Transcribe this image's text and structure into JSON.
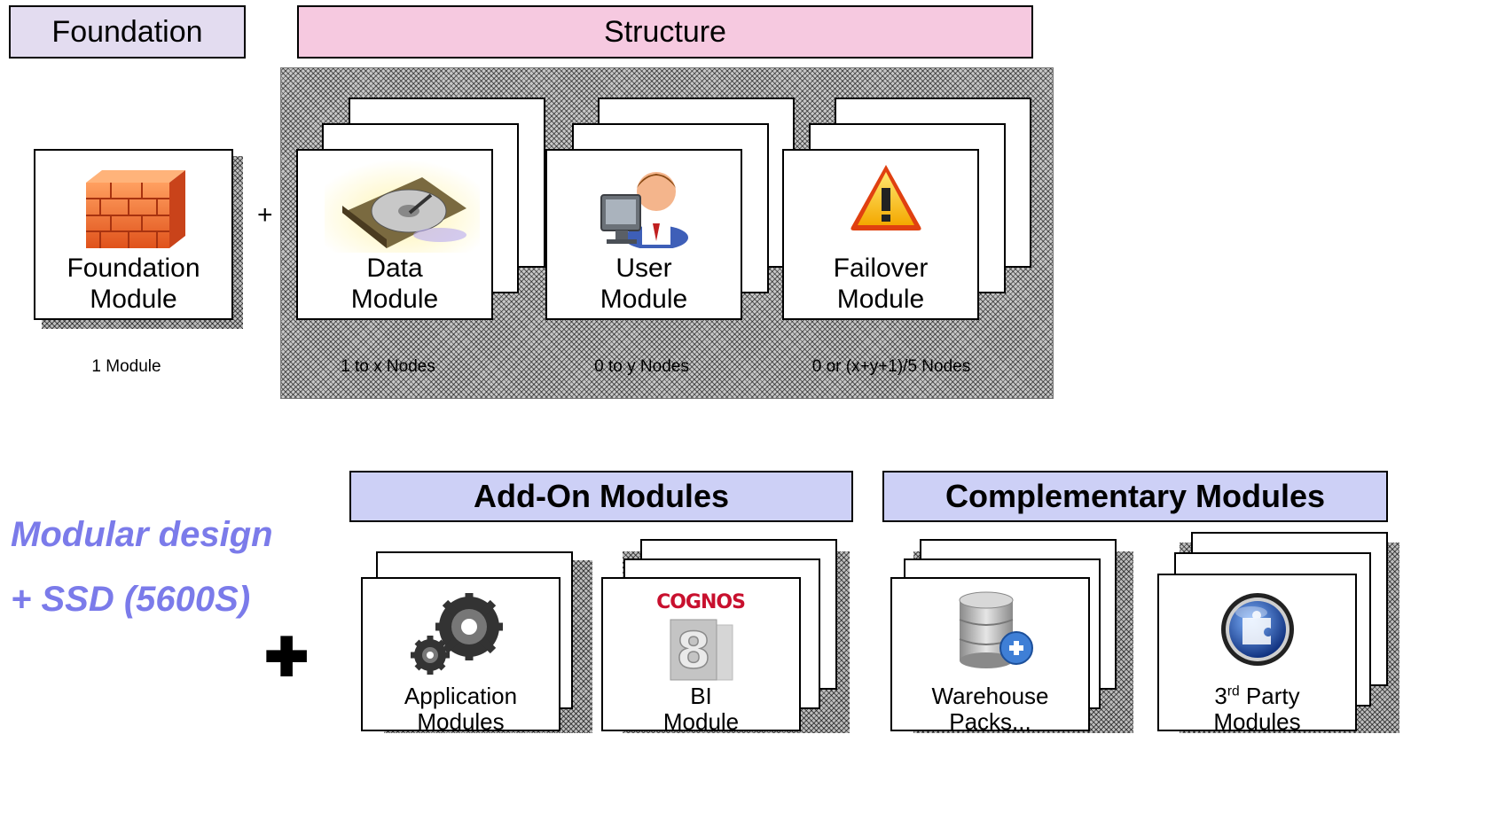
{
  "headers": {
    "foundation": "Foundation",
    "structure": "Structure",
    "addon": "Add-On Modules",
    "complementary": "Complementary Modules"
  },
  "modules": {
    "foundation": {
      "line1": "Foundation",
      "line2": "Module",
      "count": "1 Module"
    },
    "data": {
      "line1": "Data",
      "line2": "Module",
      "count": "1 to x Nodes"
    },
    "user": {
      "line1": "User",
      "line2": "Module",
      "count": "0 to y Nodes"
    },
    "failover": {
      "line1": "Failover",
      "line2": "Module",
      "count": "0 or (x+y+1)/5 Nodes"
    },
    "application": {
      "line1": "Application",
      "line2": "Modules"
    },
    "bi": {
      "line1": "BI",
      "line2": "Module",
      "logo": "COGNOS"
    },
    "warehouse": {
      "line1": "Warehouse",
      "line2": "Packs..."
    },
    "thirdparty": {
      "num": "3",
      "sup": "rd",
      "rest": " Party",
      "line2": "Modules"
    }
  },
  "symbols": {
    "plus_small": "+",
    "plus_big": "✚"
  },
  "tagline": {
    "line1": "Modular design",
    "line2": "+ SSD (5600S)"
  },
  "colors": {
    "foundation_header": "#e3dcf0",
    "structure_header": "#f6c9e0",
    "addon_header": "#cdd0f6",
    "tagline": "#7b7bea"
  },
  "icons": [
    "brick-wall-icon",
    "hard-drive-icon",
    "user-computer-icon",
    "warning-icon",
    "gears-icon",
    "cognos-8-icon",
    "database-add-icon",
    "puzzle-icon"
  ]
}
